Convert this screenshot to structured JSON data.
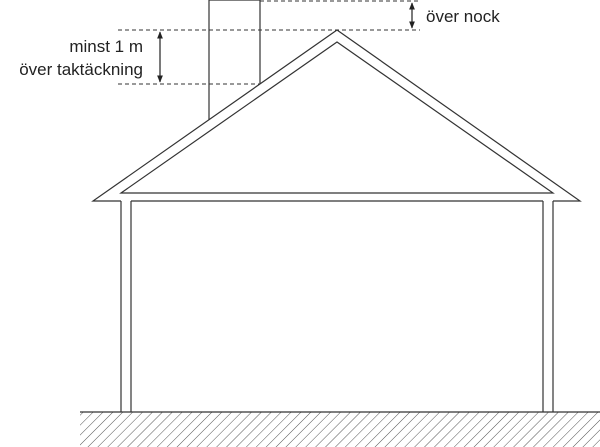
{
  "labels": {
    "above_ridge": "över nock",
    "min_height_line1": "minst 1 m",
    "min_height_line2": "över taktäckning"
  },
  "colors": {
    "line": "#333333",
    "background": "#ffffff"
  }
}
